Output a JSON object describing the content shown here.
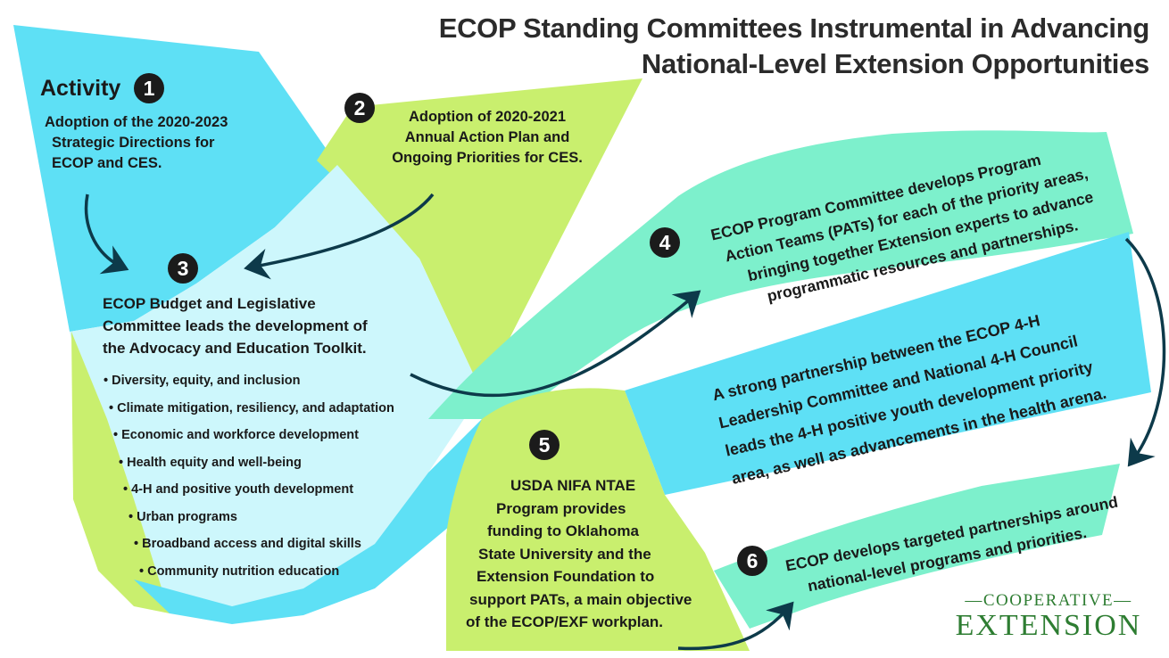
{
  "title": {
    "line1": "ECOP Standing Committees Instrumental in Advancing",
    "line2": "National-Level Extension Opportunities"
  },
  "activity_label": "Activity",
  "steps": [
    {
      "number": "1",
      "lines": [
        "Adoption of the 2020-2023",
        "Strategic Directions for",
        "ECOP and CES."
      ]
    },
    {
      "number": "2",
      "lines": [
        "Adoption of 2020-2021",
        "Annual Action Plan and",
        "Ongoing Priorities for CES."
      ]
    },
    {
      "number": "3",
      "lines": [
        "ECOP Budget and Legislative",
        "Committee leads the development of",
        "the Advocacy and Education Toolkit."
      ],
      "bullets": [
        "• Diversity, equity, and inclusion",
        "• Climate mitigation, resiliency, and adaptation",
        "• Economic and workforce development",
        "• Health equity and well-being",
        "• 4-H and positive youth development",
        "• Urban programs",
        "• Broadband access and digital skills",
        "• Community nutrition education"
      ]
    },
    {
      "number": "4",
      "lines": [
        "ECOP Program Committee develops Program",
        "Action Teams (PATs) for each of the priority areas,",
        "bringing together Extension experts to advance",
        "programmatic resources and partnerships."
      ]
    },
    {
      "number": "5",
      "lines": [
        "USDA NIFA NTAE",
        "Program provides",
        "funding to Oklahoma",
        "State University and the",
        "Extension Foundation to",
        "support PATs, a main objective",
        "of the ECOP/EXF workplan."
      ]
    },
    {
      "number": "6",
      "lines": [
        "ECOP develops targeted partnerships around",
        "national-level programs and priorities."
      ]
    }
  ],
  "partnership": {
    "lines": [
      "A strong partnership between the ECOP 4-H",
      "Leadership Committee and National 4-H Council",
      "leads the 4-H positive youth development priority",
      "area, as well as advancements in the health arena."
    ]
  },
  "logo": {
    "top": "—COOPERATIVE—",
    "bottom": "EXTENSION"
  },
  "colors": {
    "blue": "#5ee0f5",
    "light_blue": "#cdf7fc",
    "green": "#c9ef6e",
    "teal": "#7df0cc",
    "arrow": "#0d3a4a",
    "badge": "#1b1b1b",
    "logo": "#2e7d32"
  }
}
